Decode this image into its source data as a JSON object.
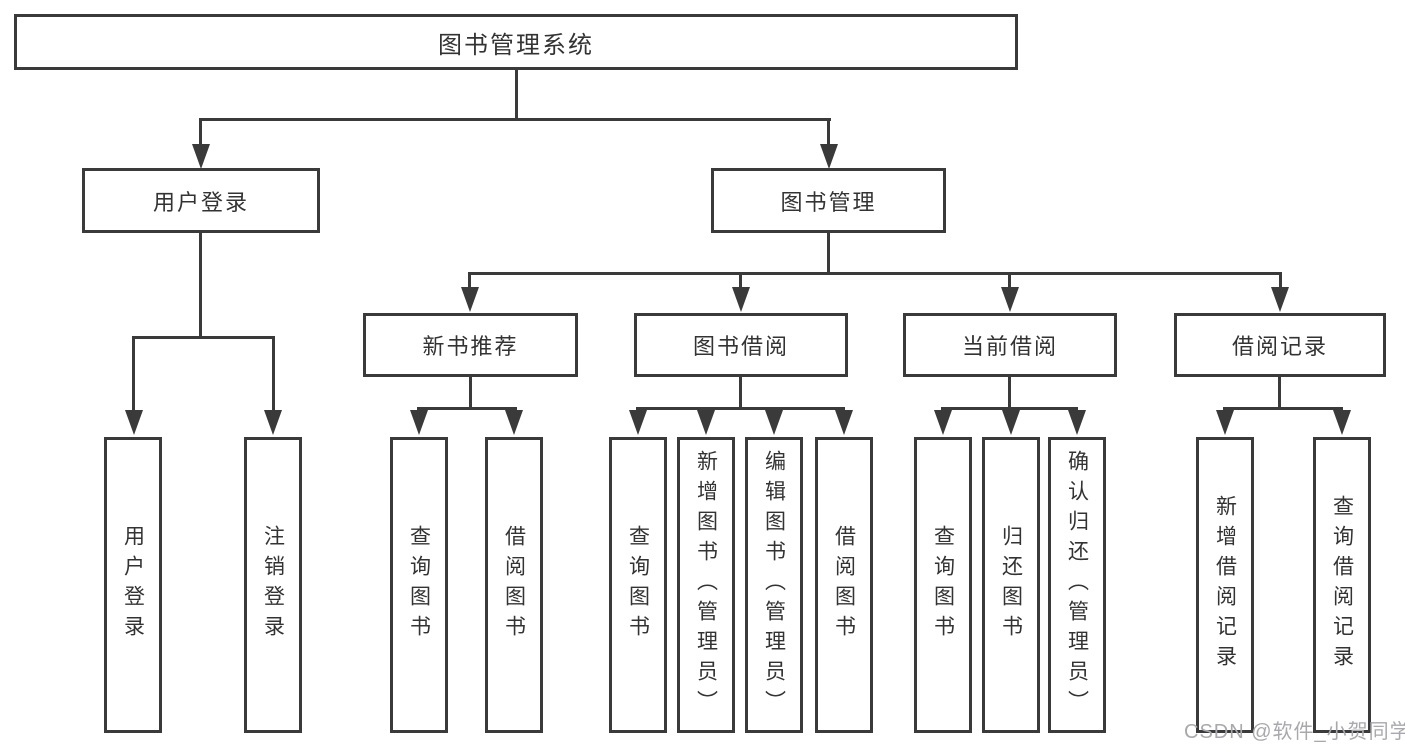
{
  "tree": {
    "root": "图书管理系统",
    "children": [
      {
        "label": "用户登录",
        "leaves": [
          "用户登录",
          "注销登录"
        ]
      },
      {
        "label": "图书管理",
        "children": [
          {
            "label": "新书推荐",
            "leaves": [
              "查询图书",
              "借阅图书"
            ]
          },
          {
            "label": "图书借阅",
            "leaves": [
              "查询图书",
              "新增图书（管理员）",
              "编辑图书（管理员）",
              "借阅图书"
            ]
          },
          {
            "label": "当前借阅",
            "leaves": [
              "查询图书",
              "归还图书",
              "确认归还（管理员）"
            ]
          },
          {
            "label": "借阅记录",
            "leaves": [
              "新增借阅记录",
              "查询借阅记录"
            ]
          }
        ]
      }
    ]
  },
  "watermark": {
    "text": "CSDN @软件_小贺同学"
  },
  "colors": {
    "line": "#3a3a3a",
    "text": "#333333",
    "watermark": "#a9a9ad",
    "background": "#ffffff"
  }
}
